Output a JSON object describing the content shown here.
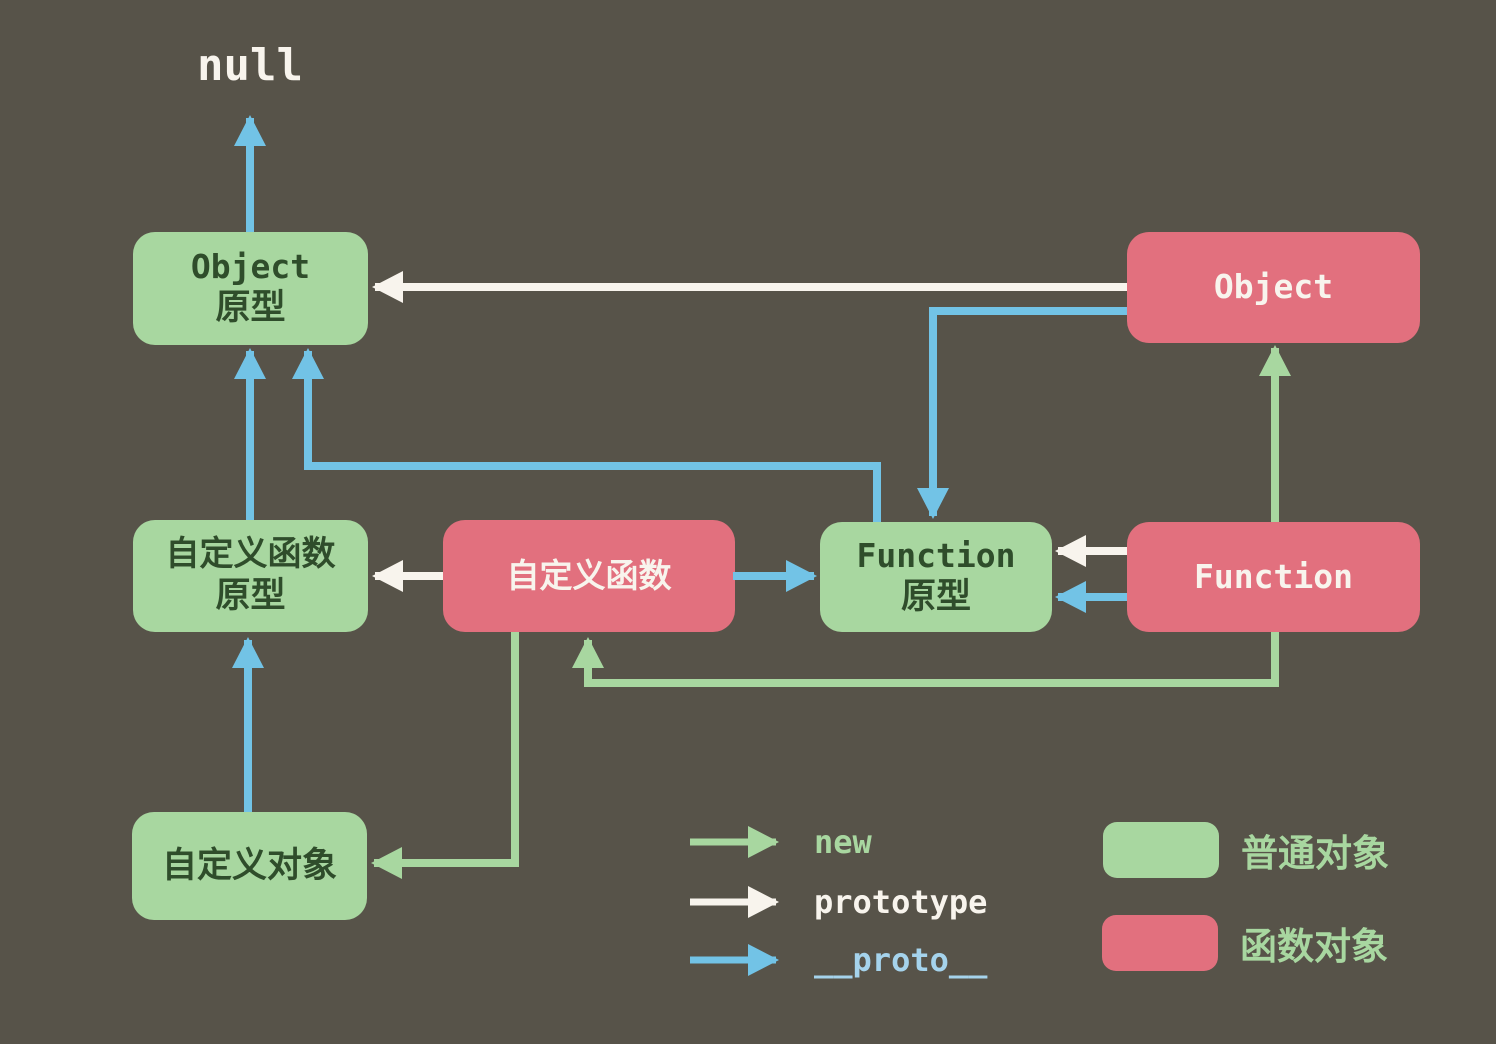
{
  "colors": {
    "background": "#575349",
    "box_green": "#a8d7a0",
    "box_pink": "#e2707e",
    "text_dark_green": "#2f4d2b",
    "text_light": "#f8f4ed",
    "arrow_blue": "#72c3e6",
    "arrow_white": "#f8f4ed",
    "arrow_green": "#a8d7a0",
    "legend_blue_text": "#a5d3ec"
  },
  "diagram": {
    "null_label": "null",
    "nodes": {
      "object_prototype": {
        "line1": "Object",
        "line2": "原型"
      },
      "object": {
        "label": "Object"
      },
      "custom_fn_prototype": {
        "line1": "自定义函数",
        "line2": "原型"
      },
      "custom_fn": {
        "label": "自定义函数"
      },
      "function_prototype": {
        "line1": "Function",
        "line2": "原型"
      },
      "function": {
        "label": "Function"
      },
      "custom_object": {
        "label": "自定义对象"
      }
    },
    "edges": [
      {
        "type": "__proto__",
        "from": "Object 原型",
        "to": "null"
      },
      {
        "type": "prototype",
        "from": "Object",
        "to": "Object 原型"
      },
      {
        "type": "__proto__",
        "from": "Object",
        "to": "Function 原型"
      },
      {
        "type": "__proto__",
        "from": "Function 原型",
        "to": "Object 原型"
      },
      {
        "type": "__proto__",
        "from": "自定义函数 原型",
        "to": "Object 原型"
      },
      {
        "type": "prototype",
        "from": "自定义函数",
        "to": "自定义函数 原型"
      },
      {
        "type": "__proto__",
        "from": "自定义函数",
        "to": "Function 原型"
      },
      {
        "type": "prototype",
        "from": "Function",
        "to": "Function 原型"
      },
      {
        "type": "__proto__",
        "from": "Function",
        "to": "Function 原型"
      },
      {
        "type": "new",
        "from": "Function",
        "to": "Object"
      },
      {
        "type": "new",
        "from": "Function",
        "to": "自定义函数"
      },
      {
        "type": "new",
        "from": "自定义函数",
        "to": "自定义对象"
      },
      {
        "type": "__proto__",
        "from": "自定义对象",
        "to": "自定义函数 原型"
      }
    ]
  },
  "legend": {
    "arrows": [
      {
        "key": "green",
        "label": "new"
      },
      {
        "key": "white",
        "label": "prototype"
      },
      {
        "key": "blue",
        "label": "__proto__"
      }
    ],
    "swatches": [
      {
        "key": "green",
        "label": "普通对象"
      },
      {
        "key": "pink",
        "label": "函数对象"
      }
    ]
  }
}
